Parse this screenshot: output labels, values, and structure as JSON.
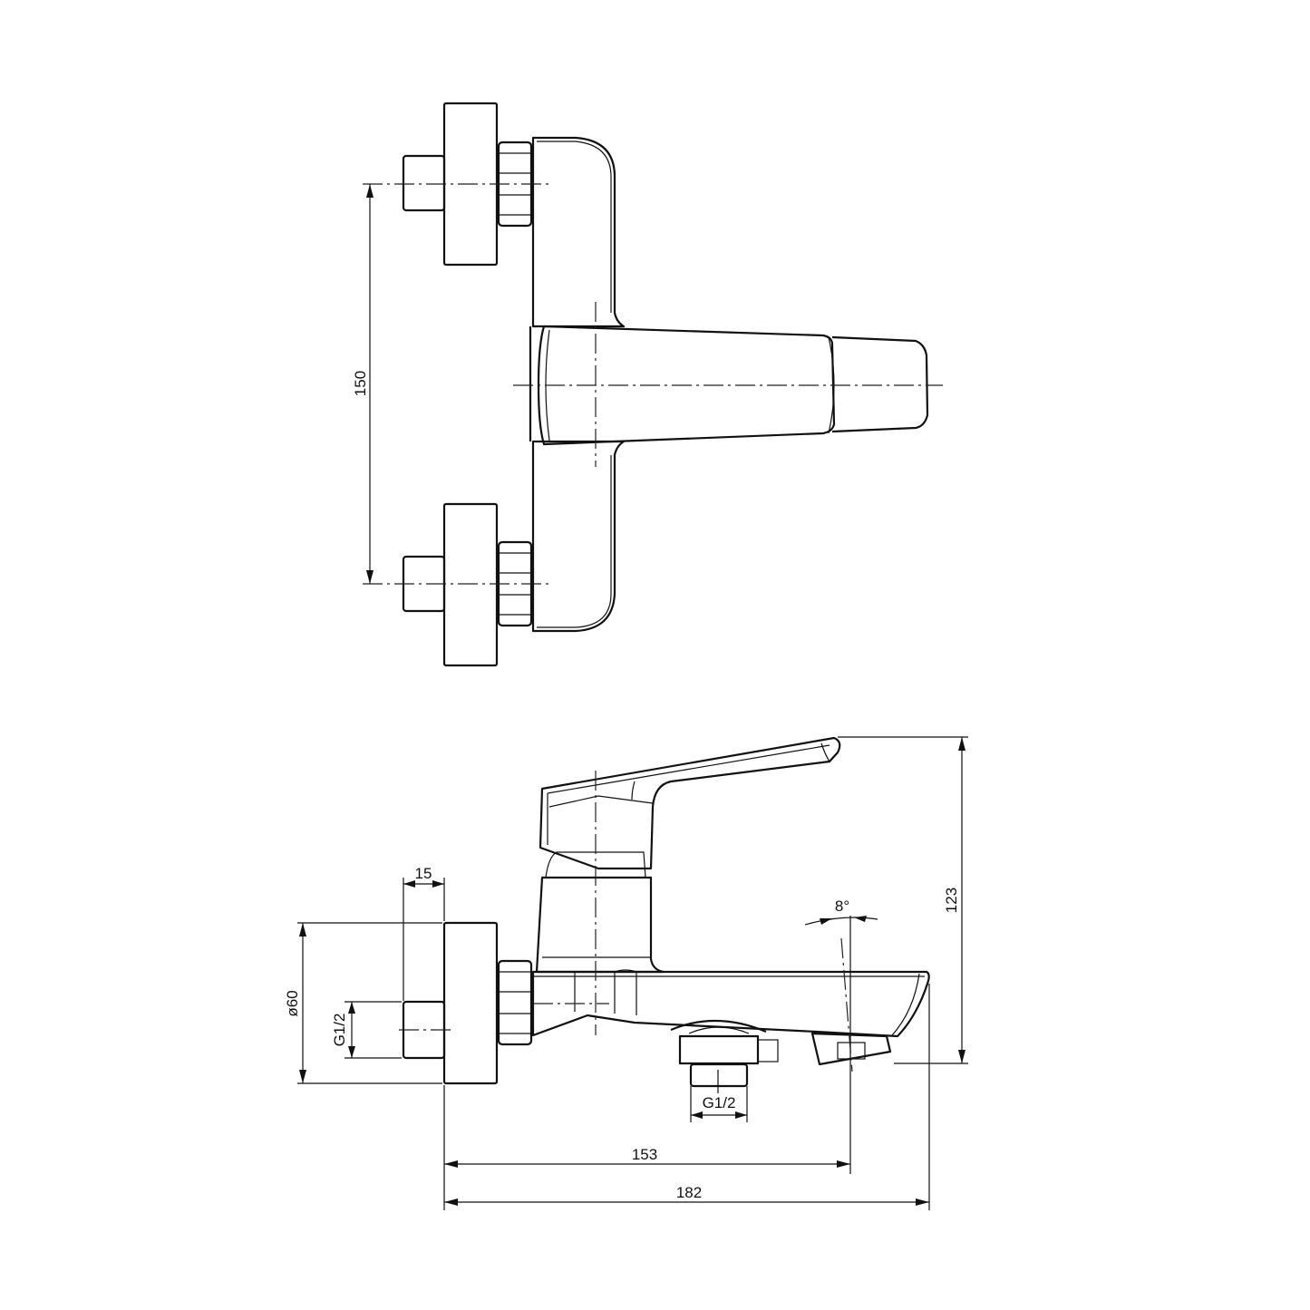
{
  "drawing": {
    "title": "Wall-mounted single lever bath mixer - technical drawing",
    "views": [
      "front-view",
      "side-view"
    ],
    "line_color": "#111111",
    "background": "#ffffff"
  },
  "front_view": {
    "dimensions": {
      "inlet_spacing": "150"
    }
  },
  "side_view": {
    "dimensions": {
      "flange_depth": "15",
      "flange_diameter": "ø60",
      "inlet_thread": "G1/2",
      "outlet_thread": "G1/2",
      "spout_angle": "8°",
      "total_height": "123",
      "spout_reach": "153",
      "total_depth": "182"
    }
  }
}
